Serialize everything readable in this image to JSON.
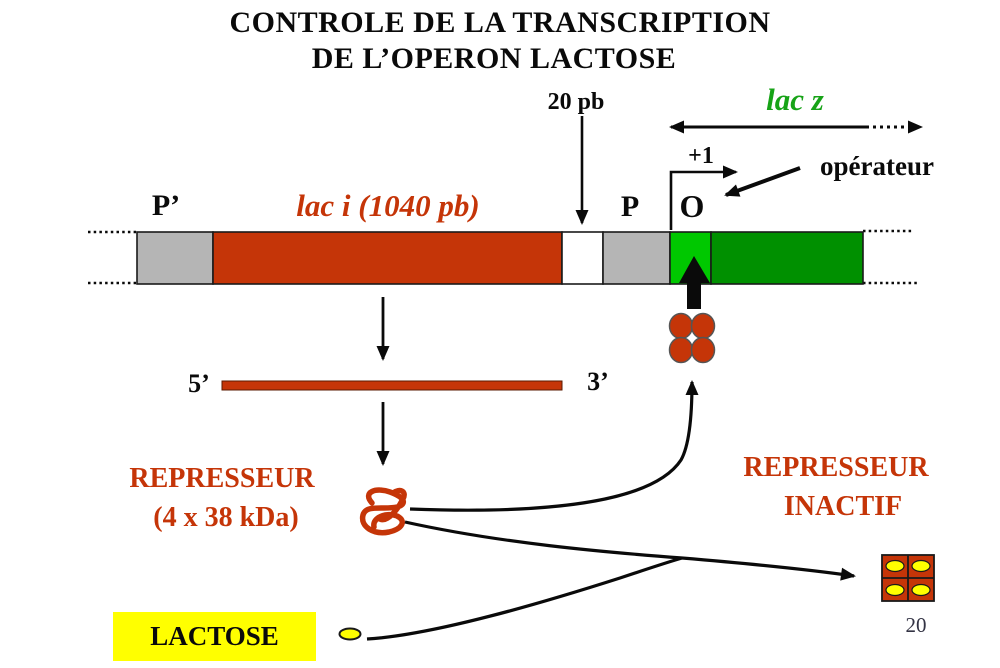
{
  "title": {
    "line1": "CONTROLE DE LA TRANSCRIPTION",
    "line2": "DE L’OPERON LACTOSE"
  },
  "gene_map": {
    "left_promoter_label": "P’",
    "laci_label": "lac i (1040 pb)",
    "spacer_label": "20 pb",
    "promoter_label": "P",
    "operator_letter": "O",
    "lacz_label": "lac z",
    "plus_one_label": "+1",
    "operator_callout": "opérateur",
    "colors": {
      "promoter_gray": "#b5b5b5",
      "laci_red": "#c53508",
      "spacer_white": "#ffffff",
      "operator_green": "#00c800",
      "lacz_green": "#009000"
    }
  },
  "mrna": {
    "five_prime_label": "5’",
    "three_prime_label": "3’",
    "color": "#c53508"
  },
  "repressor": {
    "name": "REPRESSEUR",
    "detail": "(4 x 38 kDa)",
    "color": "#c53508"
  },
  "inactive_repressor": {
    "name_line1": "REPRESSEUR",
    "name_line2": "INACTIF",
    "body_color": "#c53508",
    "ligand_color": "#ffff00"
  },
  "lactose": {
    "label": "LACTOSE",
    "highlight_color": "#ffff00"
  },
  "page": {
    "number": "20"
  }
}
